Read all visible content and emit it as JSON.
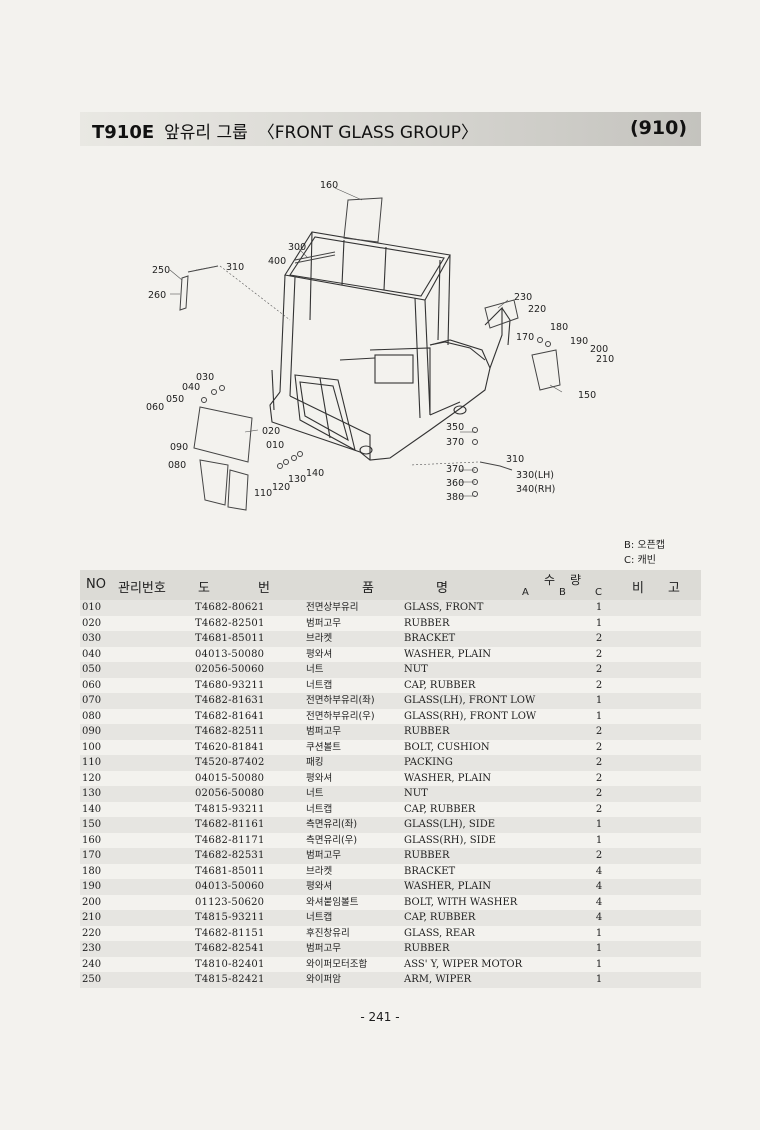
{
  "header": {
    "model": "T910E",
    "title_kr": "앞유리 그룹",
    "title_en": "〈FRONT GLASS GROUP〉",
    "code": "(910)"
  },
  "diagram": {
    "callouts": [
      "160",
      "300",
      "400",
      "250",
      "310",
      "260",
      "230",
      "220",
      "180",
      "170",
      "190",
      "200",
      "210",
      "150",
      "030",
      "040",
      "050",
      "060",
      "020",
      "010",
      "090",
      "080",
      "350",
      "370",
      "310",
      "370",
      "360",
      "380",
      "330(LH)",
      "340(RH)",
      "140",
      "130",
      "120",
      "110"
    ]
  },
  "legend": {
    "b": "B: 오픈캡",
    "c": "C: 캐빈"
  },
  "table": {
    "headers": {
      "no": "NO",
      "mgmt": "관리번호",
      "do": "도",
      "beon": "번",
      "pum": "품",
      "myeong": "명",
      "su": "수",
      "ryang": "량",
      "a": "A",
      "b": "B",
      "c": "C",
      "bi": "비",
      "go": "고"
    },
    "rows": [
      {
        "no": "010",
        "part": "T4682-80621",
        "kr": "전면상부유리",
        "en": "GLASS, FRONT",
        "qty": "1"
      },
      {
        "no": "020",
        "part": "T4682-82501",
        "kr": "범퍼고무",
        "en": "RUBBER",
        "qty": "1"
      },
      {
        "no": "030",
        "part": "T4681-85011",
        "kr": "브라켓",
        "en": "BRACKET",
        "qty": "2"
      },
      {
        "no": "040",
        "part": "04013-50080",
        "kr": "평와셔",
        "en": "WASHER, PLAIN",
        "qty": "2"
      },
      {
        "no": "050",
        "part": "02056-50060",
        "kr": "너트",
        "en": "NUT",
        "qty": "2"
      },
      {
        "no": "060",
        "part": "T4680-93211",
        "kr": "너트캡",
        "en": "CAP, RUBBER",
        "qty": "2"
      },
      {
        "no": "070",
        "part": "T4682-81631",
        "kr": "전면하부유리(좌)",
        "en": "GLASS(LH), FRONT LOW",
        "qty": "1"
      },
      {
        "no": "080",
        "part": "T4682-81641",
        "kr": "전면하부유리(우)",
        "en": "GLASS(RH), FRONT LOW",
        "qty": "1"
      },
      {
        "no": "090",
        "part": "T4682-82511",
        "kr": "범퍼고무",
        "en": "RUBBER",
        "qty": "2"
      },
      {
        "no": "100",
        "part": "T4620-81841",
        "kr": "쿠션볼트",
        "en": "BOLT, CUSHION",
        "qty": "2"
      },
      {
        "no": "110",
        "part": "T4520-87402",
        "kr": "패킹",
        "en": "PACKING",
        "qty": "2"
      },
      {
        "no": "120",
        "part": "04015-50080",
        "kr": "평와셔",
        "en": "WASHER, PLAIN",
        "qty": "2"
      },
      {
        "no": "130",
        "part": "02056-50080",
        "kr": "너트",
        "en": "NUT",
        "qty": "2"
      },
      {
        "no": "140",
        "part": "T4815-93211",
        "kr": "너트캡",
        "en": "CAP, RUBBER",
        "qty": "2"
      },
      {
        "no": "150",
        "part": "T4682-81161",
        "kr": "측면유리(좌)",
        "en": "GLASS(LH), SIDE",
        "qty": "1"
      },
      {
        "no": "160",
        "part": "T4682-81171",
        "kr": "측면유리(우)",
        "en": "GLASS(RH), SIDE",
        "qty": "1"
      },
      {
        "no": "170",
        "part": "T4682-82531",
        "kr": "범퍼고무",
        "en": "RUBBER",
        "qty": "2"
      },
      {
        "no": "180",
        "part": "T4681-85011",
        "kr": "브라켓",
        "en": "BRACKET",
        "qty": "4"
      },
      {
        "no": "190",
        "part": "04013-50060",
        "kr": "평와셔",
        "en": "WASHER, PLAIN",
        "qty": "4"
      },
      {
        "no": "200",
        "part": "01123-50620",
        "kr": "와셔붙임볼트",
        "en": "BOLT, WITH WASHER",
        "qty": "4"
      },
      {
        "no": "210",
        "part": "T4815-93211",
        "kr": "너트캡",
        "en": "CAP, RUBBER",
        "qty": "4"
      },
      {
        "no": "220",
        "part": "T4682-81151",
        "kr": "후진창유리",
        "en": "GLASS, REAR",
        "qty": "1"
      },
      {
        "no": "230",
        "part": "T4682-82541",
        "kr": "범퍼고무",
        "en": "RUBBER",
        "qty": "1"
      },
      {
        "no": "240",
        "part": "T4810-82401",
        "kr": "와이퍼모터조합",
        "en": "ASS' Y, WIPER MOTOR",
        "qty": "1"
      },
      {
        "no": "250",
        "part": "T4815-82421",
        "kr": "와이퍼암",
        "en": "ARM, WIPER",
        "qty": "1"
      }
    ]
  },
  "page_number": "- 241 -"
}
